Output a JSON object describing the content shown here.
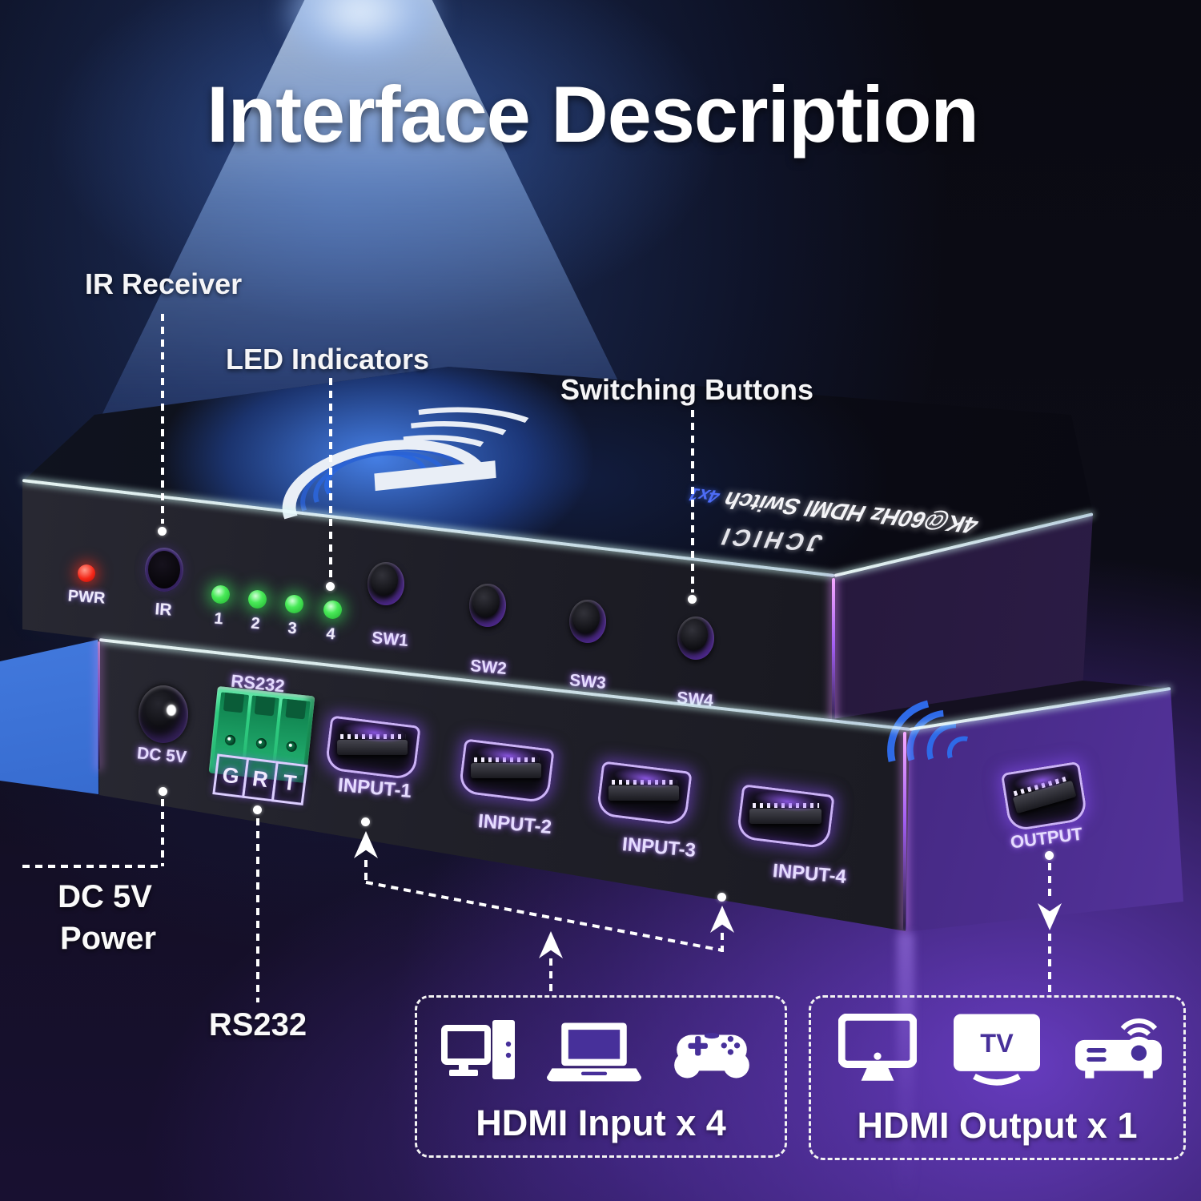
{
  "title": "Interface Description",
  "callouts": {
    "ir_receiver": "IR Receiver",
    "led_indicators": "LED Indicators",
    "switching_buttons": "Switching Buttons",
    "dc_power_line1": "DC 5V",
    "dc_power_line2": "Power",
    "rs232": "RS232"
  },
  "front_panel": {
    "power_label": "PWR",
    "ir_label": "IR",
    "led_labels": [
      "1",
      "2",
      "3",
      "4"
    ],
    "switch_labels": [
      "SW1",
      "SW2",
      "SW3",
      "SW4"
    ]
  },
  "rear_panel": {
    "dc_label": "DC 5V",
    "rs232_label": "RS232",
    "terminal_pins": [
      "G",
      "R",
      "T"
    ],
    "input_labels": [
      "INPUT-1",
      "INPUT-2",
      "INPUT-3",
      "INPUT-4"
    ],
    "output_label": "OUTPUT"
  },
  "device_top": {
    "brand": "JCHICI",
    "model": "4K@60Hz HDMI Switch",
    "model_badge": "4x1"
  },
  "legend": {
    "input": {
      "label": "HDMI Input x 4",
      "icons": [
        "desktop-pc",
        "laptop",
        "game-controller"
      ]
    },
    "output": {
      "label": "HDMI Output x 1",
      "tv_text": "TV",
      "icons": [
        "monitor",
        "tv",
        "projector"
      ]
    }
  },
  "colors": {
    "power_led_red": "#ff2a1e",
    "led_green": "#3fe44f",
    "port_glow_purple": "#8b5cf6",
    "terminal_green": "#2dcc80",
    "beam_blue": "#4a7fd6",
    "floor_purple": "#4b2d8c",
    "label_text": "#ffffff"
  }
}
